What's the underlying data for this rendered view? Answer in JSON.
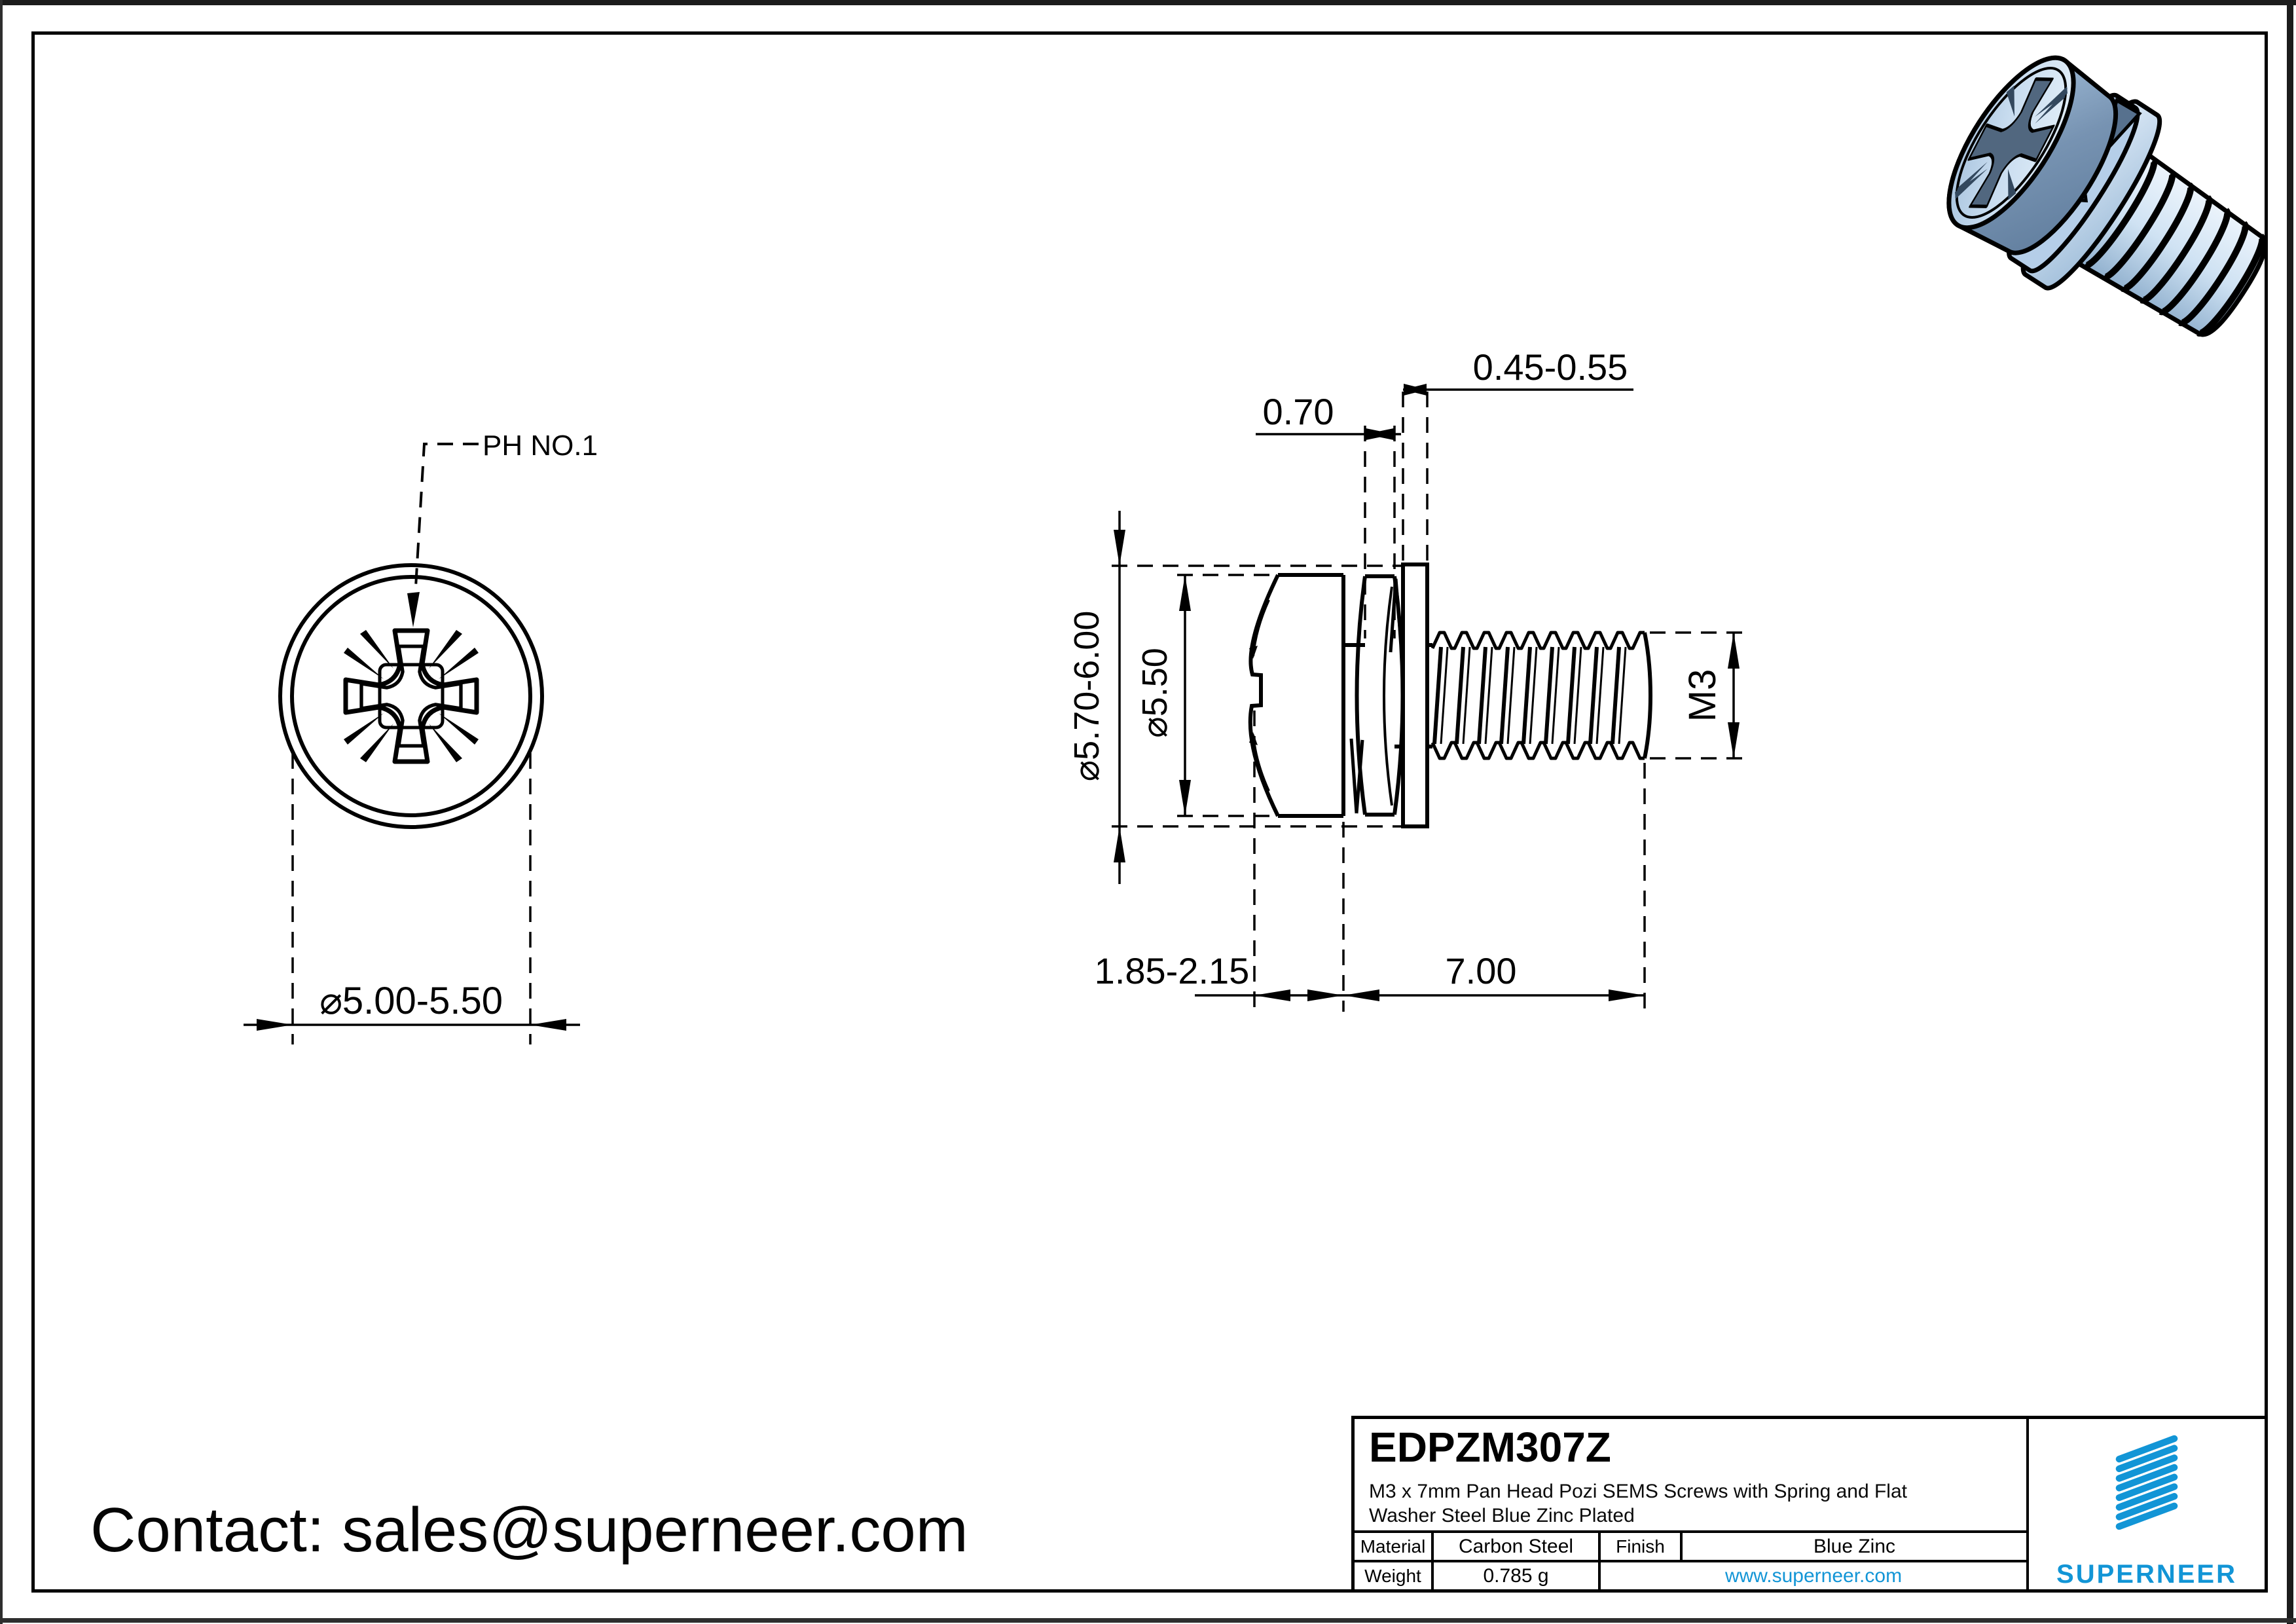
{
  "front_view": {
    "callout": "PH NO.1",
    "dim_head_diameter": "⌀5.00-5.50"
  },
  "side_view": {
    "dim_spring_washer_width": "0.70",
    "dim_flat_washer_thickness": "0.45-0.55",
    "dim_flat_washer_od": "⌀5.70-6.00",
    "dim_head_od": "⌀5.50",
    "dim_thread_size": "M3",
    "dim_head_height": "1.85-2.15",
    "dim_thread_length": "7.00"
  },
  "contact_line": "Contact: sales@superneer.com",
  "title_block": {
    "part_number": "EDPZM307Z",
    "description_line1": "M3 x 7mm Pan Head Pozi SEMS Screws with Spring and Flat",
    "description_line2": "Washer Steel Blue Zinc Plated",
    "material_label": "Material",
    "material_value": "Carbon Steel",
    "finish_label": "Finish",
    "finish_value": "Blue Zinc",
    "weight_label": "Weight",
    "weight_value": "0.785 g",
    "website": "www.superneer.com",
    "brand": "SUPERNEER"
  },
  "colors": {
    "accent_blue": "#1295d6",
    "line_black": "#000000",
    "screw_blue_light": "#dcebf7",
    "screw_blue_mid": "#a9c7e1",
    "screw_blue_dark": "#7e9cba"
  }
}
